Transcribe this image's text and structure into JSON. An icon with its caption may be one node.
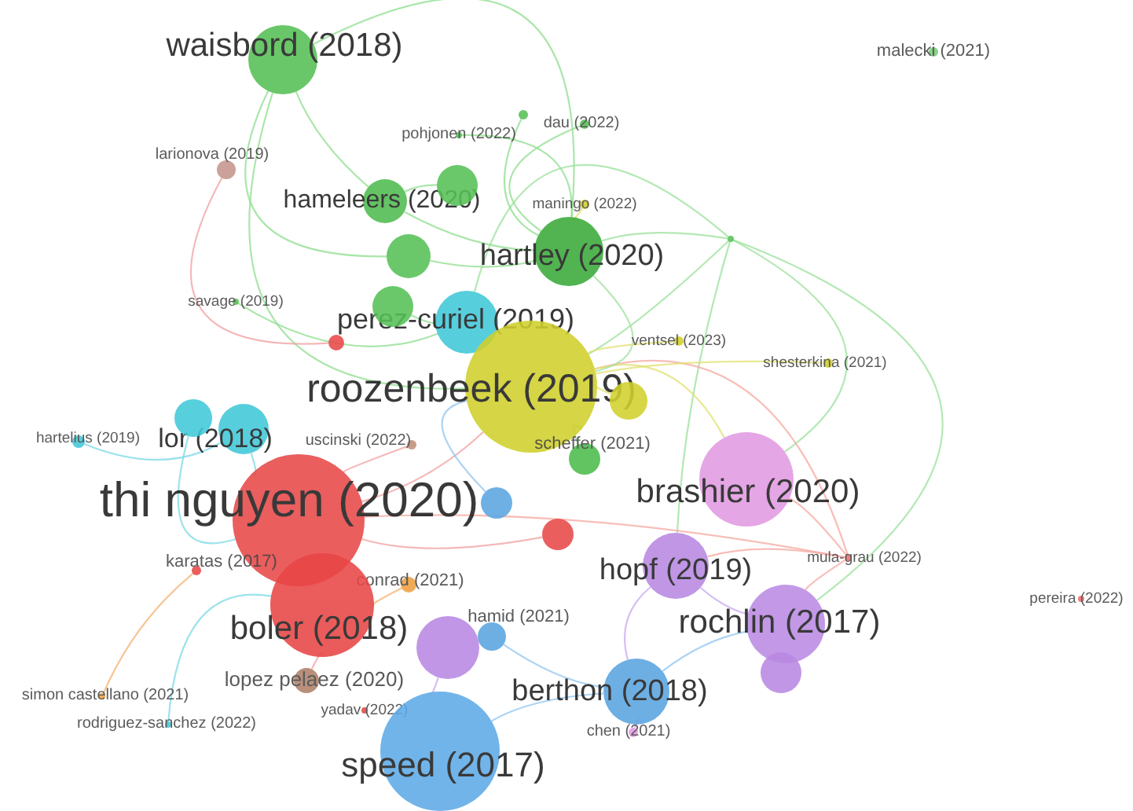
{
  "diagram": {
    "nodes": [
      {
        "text": [
          "waisbord (2018)"
        ]
      },
      {
        "text": [
          "malecki (2021)"
        ]
      },
      {
        "text": [
          "dau (2022)"
        ]
      },
      {
        "text": [
          "pohjonen (2022)"
        ]
      },
      {
        "text": [
          "larionova (2019)"
        ]
      },
      {
        "text": [
          "hameleers (2020)"
        ]
      },
      {
        "text": [
          "maningo (2022)"
        ]
      },
      {
        "text": [
          "hartley (2020)"
        ]
      },
      {
        "text": [
          "savage (2019)"
        ]
      },
      {
        "text": [
          "perez-curiel (2019)"
        ]
      },
      {
        "text": [
          "ventsel (2023)"
        ]
      },
      {
        "text": [
          "shesterkina (2021)"
        ]
      },
      {
        "text": [
          "roozenbeek (2019)"
        ]
      },
      {
        "text": [
          "hartelius (2019)"
        ]
      },
      {
        "text": [
          "lor (2018)"
        ]
      },
      {
        "text": [
          "uscinski (2022)"
        ]
      },
      {
        "text": [
          "scheffer (2021)"
        ]
      },
      {
        "text": [
          "thi nguyen (2020)"
        ]
      },
      {
        "text": [
          "brashier (2020)"
        ]
      },
      {
        "text": [
          "karatas (2017)"
        ]
      },
      {
        "text": [
          "conrad (2021)"
        ]
      },
      {
        "text": [
          "mula-grau (2022)"
        ]
      },
      {
        "text": [
          "hopf (2019)"
        ]
      },
      {
        "text": [
          "hamid (2021)"
        ]
      },
      {
        "text": [
          "pereira (2022)"
        ]
      },
      {
        "text": [
          "boler (2018)"
        ]
      },
      {
        "text": [
          "rochlin (2017)"
        ]
      },
      {
        "text": [
          "lopez pelaez (2020)"
        ]
      },
      {
        "text": [
          "simon castellano (2021)"
        ]
      },
      {
        "text": [
          "berthon (2018)"
        ]
      },
      {
        "text": [
          "yadav (2022)"
        ]
      },
      {
        "text": [
          "rodriguez-sanchez (2022)"
        ]
      },
      {
        "text": [
          "chen (2021)"
        ]
      },
      {
        "text": [
          "speed (2017)"
        ]
      },
      {
        "text": [],
        "shape": "circle"
      },
      {
        "text": [],
        "shape": "circle"
      },
      {
        "text": [],
        "shape": "circle"
      },
      {
        "text": [],
        "shape": "circle"
      },
      {
        "text": [],
        "shape": "circle"
      },
      {
        "text": [],
        "shape": "circle"
      },
      {
        "text": [],
        "shape": "circle"
      },
      {
        "text": [],
        "shape": "circle"
      },
      {
        "text": [],
        "shape": "circle"
      },
      {
        "text": [],
        "shape": "circle"
      },
      {
        "text": [],
        "shape": "circle"
      },
      {
        "text": [],
        "shape": "circle"
      }
    ],
    "edges": [
      {
        "from": 0,
        "to": 5,
        "arrow": "none",
        "color": "#8ede8e"
      },
      {
        "from": 0,
        "to": 7,
        "arrow": "none",
        "color": "#8ede8e"
      },
      {
        "from": 0,
        "to": 12,
        "arrow": "none",
        "color": "#8ede8e"
      },
      {
        "from": 0,
        "to": 36,
        "arrow": "none",
        "color": "#8ede8e"
      },
      {
        "from": 4,
        "to": 45,
        "arrow": "none",
        "color": "#f0a0a0"
      },
      {
        "from": 2,
        "to": 7,
        "arrow": "none",
        "color": "#8ede8e"
      },
      {
        "from": 3,
        "to": 7,
        "arrow": "none",
        "color": "#8ede8e"
      },
      {
        "from": 43,
        "to": 7,
        "arrow": "none",
        "color": "#9ae09a"
      },
      {
        "from": 43,
        "to": 12,
        "arrow": "none",
        "color": "#9ae09a"
      },
      {
        "from": 43,
        "to": 18,
        "arrow": "none",
        "color": "#9ae09a"
      },
      {
        "from": 43,
        "to": 26,
        "arrow": "none",
        "color": "#9ae09a"
      },
      {
        "from": 43,
        "to": 22,
        "arrow": "none",
        "color": "#9ae09a"
      },
      {
        "from": 43,
        "to": 9,
        "arrow": "none",
        "color": "#9ae09a"
      },
      {
        "from": 21,
        "to": 17,
        "arrow": "none",
        "color": "#f5a8a0"
      },
      {
        "from": 21,
        "to": 12,
        "arrow": "none",
        "color": "#f5a8a0"
      },
      {
        "from": 21,
        "to": 18,
        "arrow": "none",
        "color": "#f5a8a0"
      },
      {
        "from": 21,
        "to": 22,
        "arrow": "none",
        "color": "#f5a8a0"
      },
      {
        "from": 21,
        "to": 26,
        "arrow": "none",
        "color": "#f5a8a0"
      },
      {
        "from": 19,
        "to": 28,
        "arrow": "none",
        "color": "#f4b070"
      },
      {
        "from": 13,
        "to": 14,
        "arrow": "none",
        "color": "#7ad8e6"
      },
      {
        "from": 31,
        "to": 25,
        "arrow": "none",
        "color": "#7ad8e6"
      },
      {
        "from": 17,
        "to": 12,
        "arrow": "none",
        "color": "#f2a0a0"
      },
      {
        "from": 12,
        "to": 18,
        "arrow": "none",
        "color": "#e0e070"
      },
      {
        "from": 12,
        "to": 7,
        "arrow": "none",
        "color": "#a0e0a0"
      },
      {
        "from": 7,
        "to": 5,
        "arrow": "none",
        "color": "#8ede8e"
      },
      {
        "from": 22,
        "to": 26,
        "arrow": "none",
        "color": "#c8a8f0"
      },
      {
        "from": 33,
        "to": 29,
        "arrow": "none",
        "color": "#90c4f0"
      },
      {
        "from": 29,
        "to": 26,
        "arrow": "none",
        "color": "#90c4f0"
      },
      {
        "from": 22,
        "to": 29,
        "arrow": "none",
        "color": "#c8a8f0"
      },
      {
        "from": 14,
        "to": 17,
        "arrow": "none",
        "color": "#7ad8e6"
      },
      {
        "from": 16,
        "to": 12,
        "arrow": "none",
        "color": "#8ede8e"
      },
      {
        "from": 23,
        "to": 29,
        "arrow": "none",
        "color": "#90c4f0"
      },
      {
        "from": 20,
        "to": 25,
        "arrow": "none",
        "color": "#f4b070"
      },
      {
        "from": 32,
        "to": 29,
        "arrow": "none",
        "color": "#e8a8e8"
      },
      {
        "from": 27,
        "to": 25,
        "arrow": "none",
        "color": "#f2a0a0"
      },
      {
        "from": 15,
        "to": 17,
        "arrow": "none",
        "color": "#f2a0a0"
      },
      {
        "from": 10,
        "to": 12,
        "arrow": "none",
        "color": "#e0e070"
      },
      {
        "from": 11,
        "to": 12,
        "arrow": "none",
        "color": "#e0e070"
      },
      {
        "from": 6,
        "to": 7,
        "arrow": "none",
        "color": "#e0e070"
      },
      {
        "from": 8,
        "to": 9,
        "arrow": "none",
        "color": "#8ede8e"
      },
      {
        "from": 34,
        "to": 17,
        "arrow": "none",
        "color": "#7ad8e6"
      },
      {
        "from": 35,
        "to": 9,
        "arrow": "none",
        "color": "#8ede8e"
      },
      {
        "from": 36,
        "to": 7,
        "arrow": "none",
        "color": "#8ede8e"
      },
      {
        "from": 37,
        "to": 33,
        "arrow": "none",
        "color": "#c8a8f0"
      },
      {
        "from": 38,
        "to": 5,
        "arrow": "none",
        "color": "#8ede8e"
      },
      {
        "from": 39,
        "to": 12,
        "arrow": "none",
        "color": "#90c4f0"
      },
      {
        "from": 41,
        "to": 17,
        "arrow": "none",
        "color": "#f2a0a0"
      },
      {
        "from": 42,
        "to": 12,
        "arrow": "none",
        "color": "#e0e070"
      },
      {
        "from": 40,
        "to": 7,
        "arrow": "none",
        "color": "#8ede8e"
      }
    ]
  }
}
